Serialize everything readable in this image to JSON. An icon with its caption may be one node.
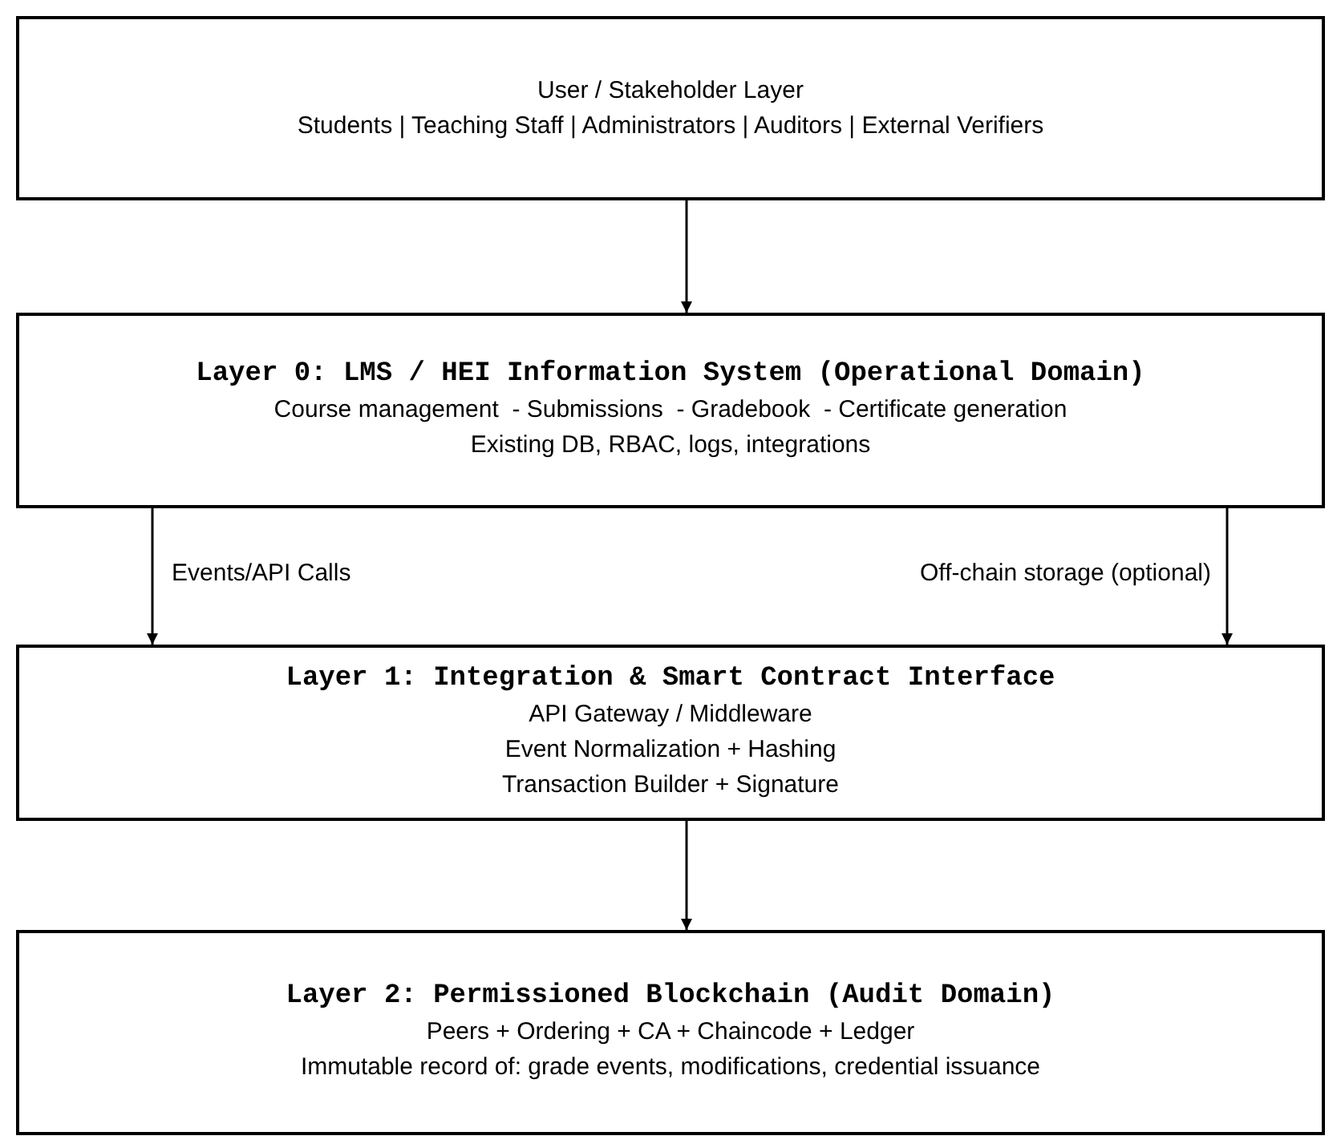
{
  "diagram": {
    "nodes": [
      {
        "text": [
          "User / Stakeholder Layer",
          "Students | Teaching Staff | Administrators | Auditors | External Verifiers"
        ]
      },
      {
        "text": [
          "Layer 0: LMS / HEI Information System (Operational Domain)",
          "Course management  - Submissions  - Gradebook  - Certificate generation",
          "Existing DB, RBAC, logs, integrations"
        ]
      },
      {
        "text": [
          "Layer 1: Integration & Smart Contract Interface",
          "API Gateway / Middleware",
          "Event Normalization + Hashing",
          "Transaction Builder + Signature"
        ]
      },
      {
        "text": [
          "Layer 2: Permissioned Blockchain (Audit Domain)",
          "Peers + Ordering + CA + Chaincode + Ledger",
          "Immutable record of: grade events, modifications, credential issuance"
        ]
      }
    ],
    "edges": [
      {
        "from": 0,
        "to": 1,
        "arrow": "to"
      },
      {
        "from": 1,
        "to": 2,
        "arrow": "to",
        "label": "Events/API Calls"
      },
      {
        "from": 1,
        "to": 2,
        "arrow": "to",
        "label": "Off-chain storage (optional)"
      },
      {
        "from": 2,
        "to": 3,
        "arrow": "to"
      }
    ]
  }
}
